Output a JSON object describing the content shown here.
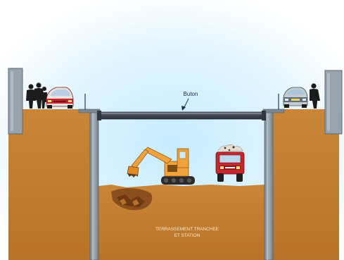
{
  "diagram": {
    "labels": {
      "strut": "Buton",
      "excavation_line1": "TERRASSEMENT TRANCHEE",
      "excavation_line2": "ET STATION"
    },
    "colors": {
      "sky_core": "#d8f2ff",
      "sky_edge": "#ffffff",
      "soil": "#c98638",
      "soil_dark": "#9a5b22",
      "wall": "#8e9aa3",
      "wall_dark": "#6f7b84",
      "strut": "#4d5560",
      "excavator": "#f0a23c",
      "truck": "#c8262e"
    },
    "icons": [
      "people-silhouettes-icon",
      "car-icon",
      "excavator-icon",
      "dump-truck-icon",
      "person-silhouette-icon",
      "car-icon"
    ]
  }
}
